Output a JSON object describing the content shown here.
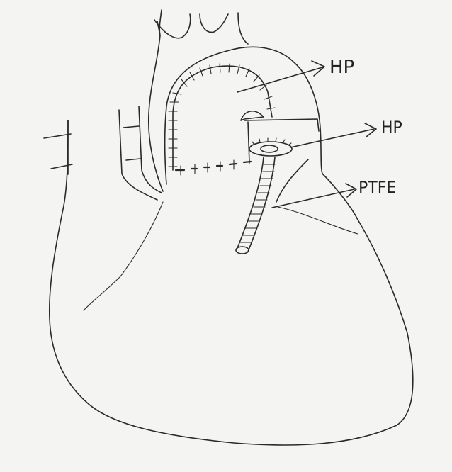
{
  "labels": {
    "patch_aorta": "HP",
    "patch_pulmonary": "HP",
    "graft": "PTFE"
  }
}
